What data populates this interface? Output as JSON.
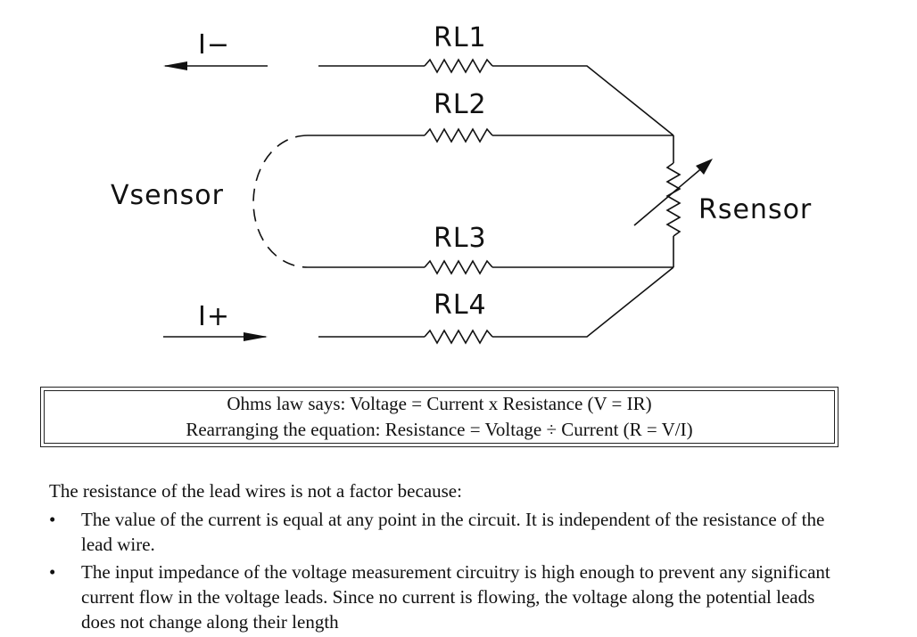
{
  "diagram": {
    "labels": {
      "i_minus": "I−",
      "i_plus": "I+",
      "rl1": "RL1",
      "rl2": "RL2",
      "rl3": "RL3",
      "rl4": "RL4",
      "vsensor": "Vsensor",
      "rsensor": "Rsensor"
    }
  },
  "equations": {
    "line1": "Ohms law says: Voltage = Current x Resistance (V = IR)",
    "line2": "Rearranging the equation: Resistance = Voltage ÷ Current (R = V/I)"
  },
  "notes": {
    "intro": "The resistance of the lead wires is not a factor because:",
    "bullet_symbol": "•",
    "bullets": [
      "The value of the current is equal at any point in the circuit. It is independent of the resistance of the lead wire.",
      "The input impedance of the voltage measurement circuitry is high enough to prevent any significant current flow in the voltage leads. Since no current is flowing, the voltage along the potential leads does not change along their length"
    ]
  }
}
